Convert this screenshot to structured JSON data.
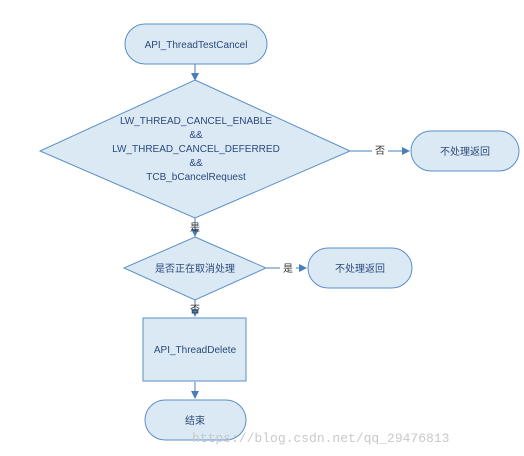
{
  "diagram": {
    "nodes": {
      "start": "API_ThreadTestCancel",
      "condition_line1": "LW_THREAD_CANCEL_ENABLE",
      "condition_line2": "&&",
      "condition_line3": "LW_THREAD_CANCEL_DEFERRED",
      "condition_line4": "&&",
      "condition_line5": "TCB_bCancelRequest",
      "return_no_action_1": "不处理返回",
      "in_progress_check": "是否正在取消处理",
      "return_no_action_2": "不处理返回",
      "delete_step": "API_ThreadDelete",
      "end": "结束"
    },
    "edges": {
      "cond_no": "否",
      "cond_yes": "是",
      "check_yes": "是",
      "check_no": "否"
    }
  },
  "watermark": "https://blog.csdn.net/qq_29476813"
}
